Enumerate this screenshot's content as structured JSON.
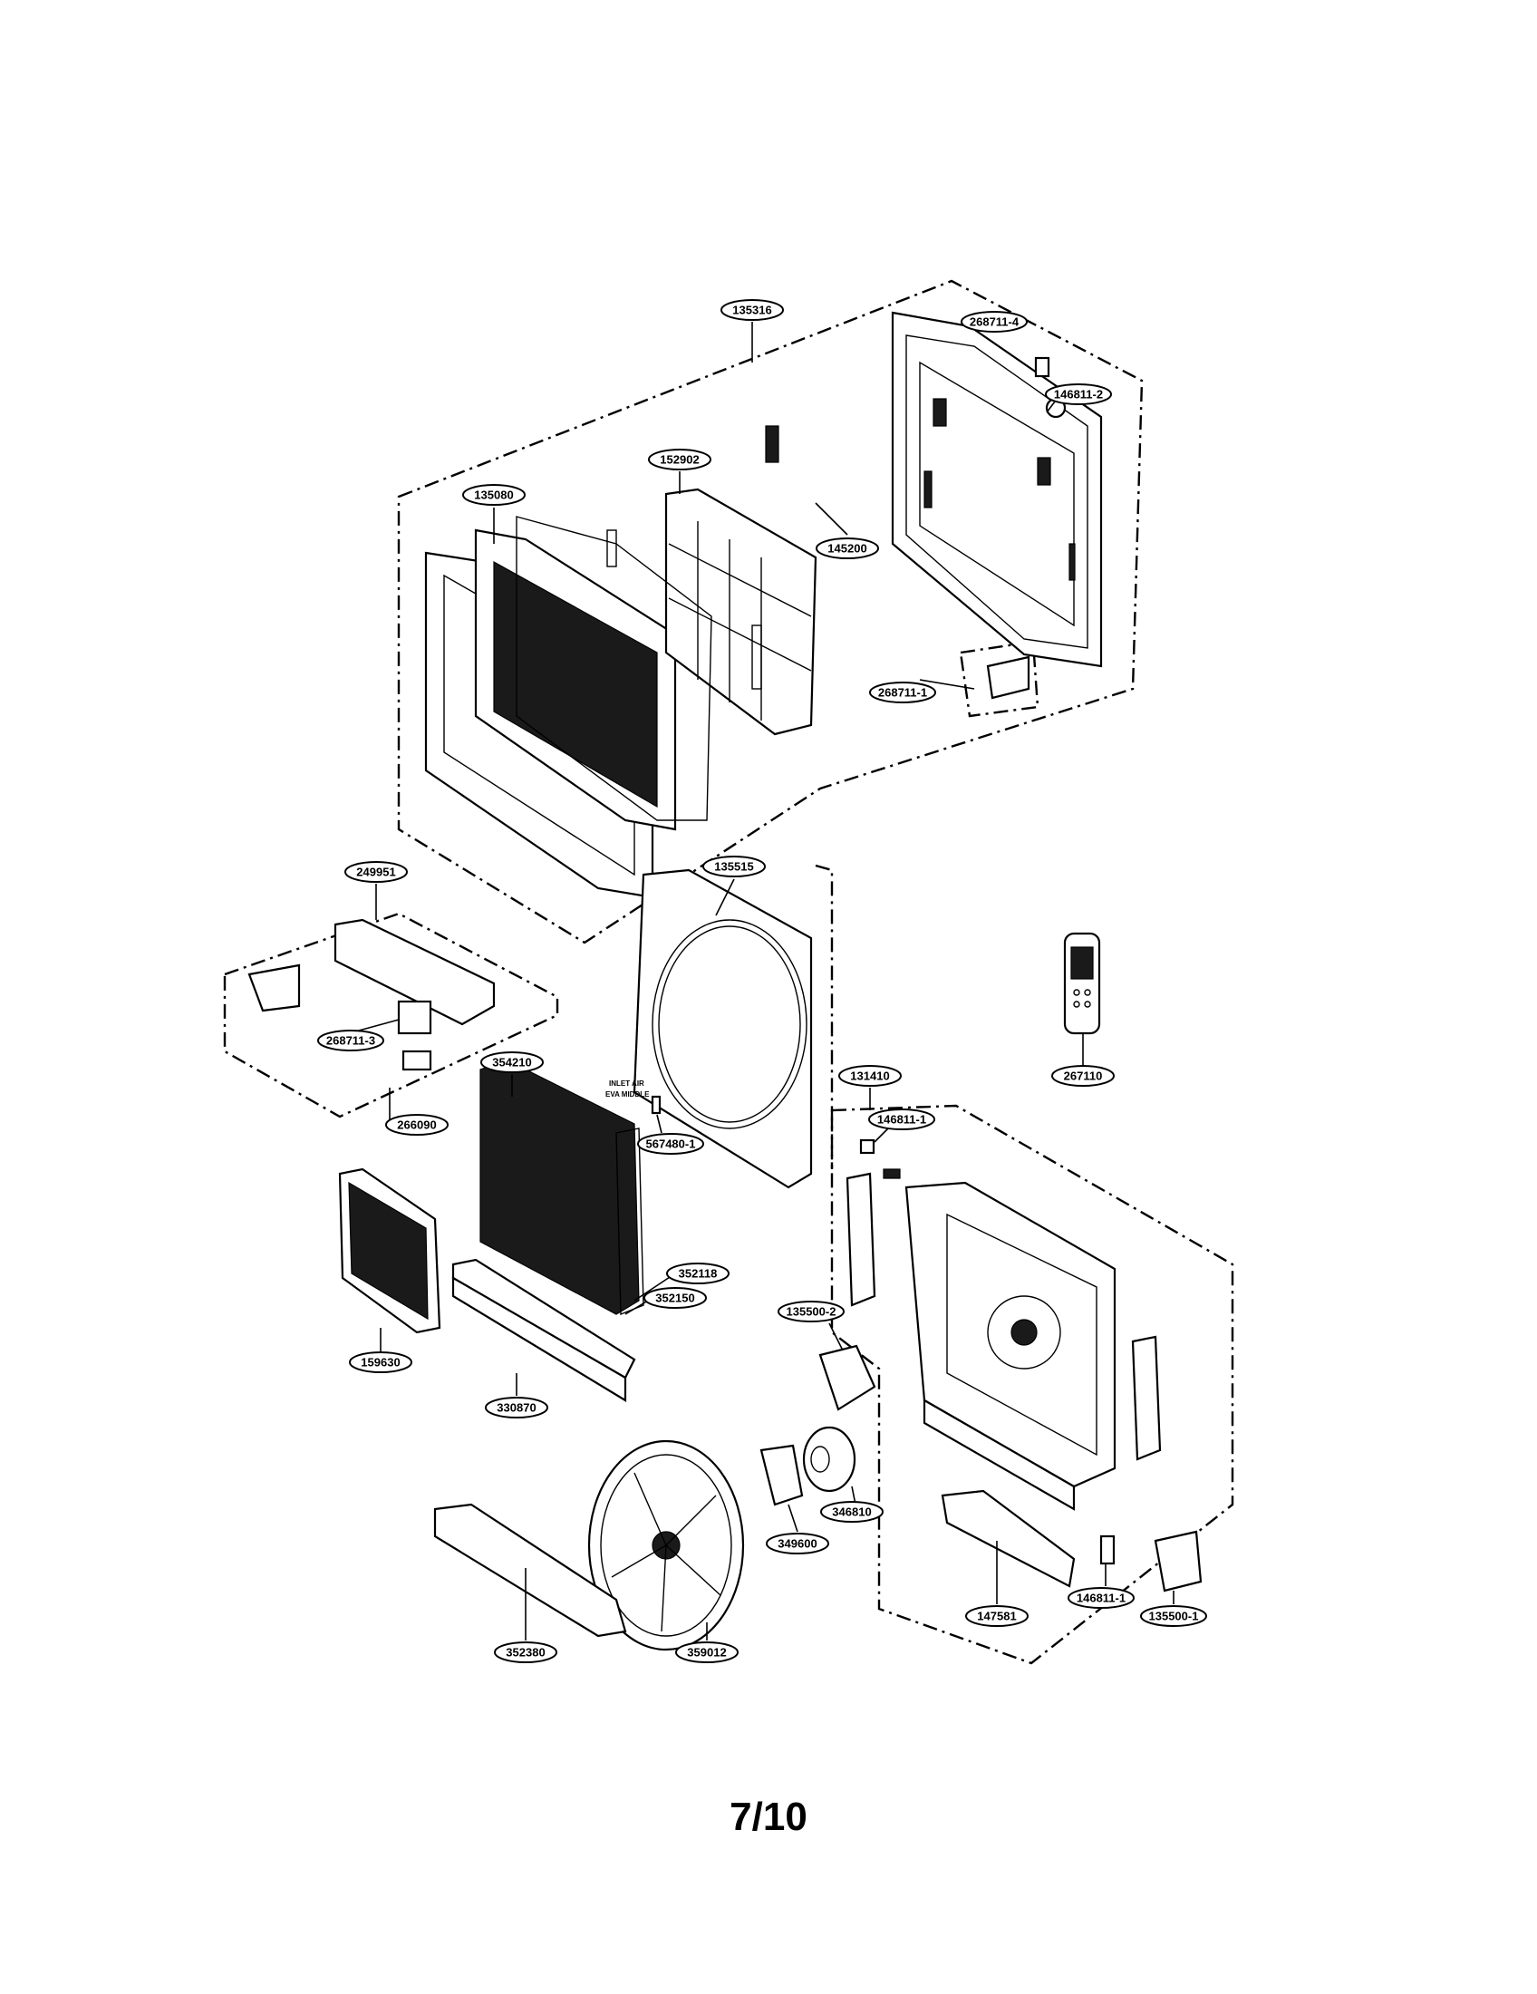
{
  "page": {
    "number": "7/10"
  },
  "callouts": [
    {
      "id": "c135316",
      "text": "135316"
    },
    {
      "id": "c268711-4",
      "text": "268711-4"
    },
    {
      "id": "c146811-2",
      "text": "146811-2"
    },
    {
      "id": "c152902",
      "text": "152902"
    },
    {
      "id": "c135080",
      "text": "135080"
    },
    {
      "id": "c145200",
      "text": "145200"
    },
    {
      "id": "c268711-1",
      "text": "268711-1"
    },
    {
      "id": "c249951",
      "text": "249951"
    },
    {
      "id": "c135515",
      "text": "135515"
    },
    {
      "id": "c268711-3",
      "text": "268711-3"
    },
    {
      "id": "c354210",
      "text": "354210"
    },
    {
      "id": "c266090",
      "text": "266090"
    },
    {
      "id": "c567480-1",
      "text": "567480-1"
    },
    {
      "id": "c267110",
      "text": "267110"
    },
    {
      "id": "c131410",
      "text": "131410"
    },
    {
      "id": "c146811-1a",
      "text": "146811-1"
    },
    {
      "id": "c352118",
      "text": "352118"
    },
    {
      "id": "c352150",
      "text": "352150"
    },
    {
      "id": "c135500-2",
      "text": "135500-2"
    },
    {
      "id": "c159630",
      "text": "159630"
    },
    {
      "id": "c330870",
      "text": "330870"
    },
    {
      "id": "c346810",
      "text": "346810"
    },
    {
      "id": "c349600",
      "text": "349600"
    },
    {
      "id": "c147581",
      "text": "147581"
    },
    {
      "id": "c146811-1b",
      "text": "146811-1"
    },
    {
      "id": "c135500-1",
      "text": "135500-1"
    },
    {
      "id": "c352380",
      "text": "352380"
    },
    {
      "id": "c359012",
      "text": "359012"
    }
  ],
  "notes": {
    "inlet_line1": "INLET AIR",
    "inlet_line2": "EVA MIDDLE"
  }
}
